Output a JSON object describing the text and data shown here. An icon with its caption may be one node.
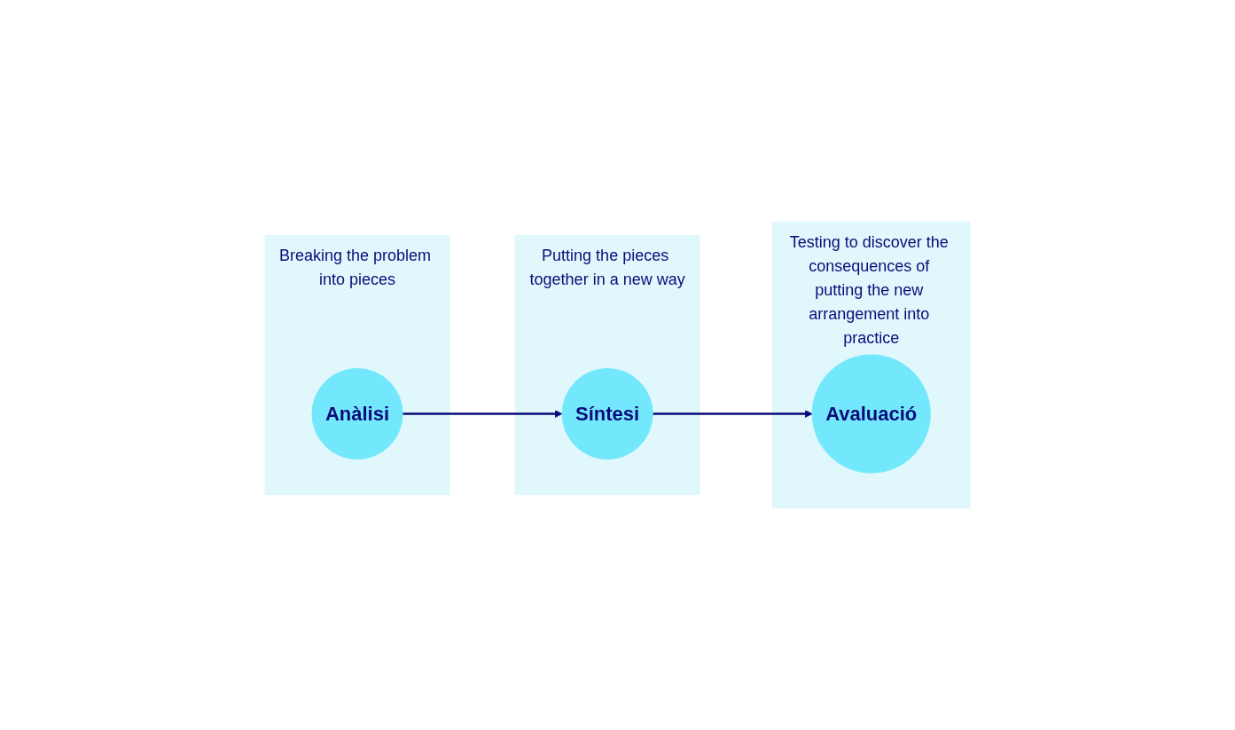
{
  "diagram": {
    "nodes": [
      {
        "text": [
          "Breaking the problem into pieces"
        ]
      },
      {
        "text": [
          "Anàlisi"
        ],
        "in": 0
      },
      {
        "text": [
          "Putting the pieces together in a new way"
        ]
      },
      {
        "text": [
          "Síntesi"
        ],
        "in": 2
      },
      {
        "text": [
          "Testing to discover the consequences of putting the new arrangement into practice"
        ]
      },
      {
        "text": [
          "Avaluació"
        ],
        "in": 4
      }
    ],
    "edges": [
      {
        "from": 1,
        "to": 3,
        "arrow": "to"
      },
      {
        "from": 3,
        "to": 5,
        "arrow": "to"
      }
    ]
  }
}
